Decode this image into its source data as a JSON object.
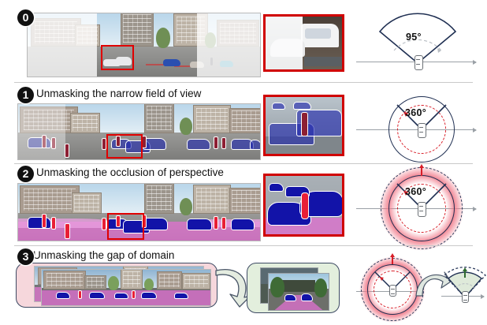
{
  "figure": {
    "title": "Unmasking challenges of panoramic semantic segmentation",
    "rows": [
      {
        "id": "row-0",
        "badge": "0",
        "title": "",
        "panorama_caption": "Wide panoramic street scene, sides faded, narrow center region sharp",
        "roi_label": "narrow-fov-roi",
        "crop_caption": "Zoomed crop: white sedan and white van at the field-of-view boundary",
        "diagram": {
          "type": "wedge",
          "angle_label": "95°",
          "fov_degrees": 95,
          "ring_style": "none",
          "accent": "#1f2f52"
        }
      },
      {
        "id": "row-1",
        "badge": "1",
        "title": "Unmasking the narrow field of view",
        "panorama_caption": "Full panorama with translucent blue vehicle masks and red pedestrian masks",
        "roi_label": "fov-roi",
        "crop_caption": "Zoomed crop: two blue-masked vehicles with a red-masked pedestrian between them",
        "diagram": {
          "type": "circle",
          "angle_label": "360°",
          "fov_degrees": 360,
          "ring_style": "dashed-red-inner",
          "accent": "#1f2f52",
          "dash_color": "#d81e28"
        }
      },
      {
        "id": "row-2",
        "badge": "2",
        "title": "Unmasking the occlusion of perspective",
        "panorama_caption": "Full panorama with opaque blue vehicle masks and pink road/sidewalk masks",
        "roi_label": "occlusion-roi",
        "crop_caption": "Zoomed crop: solid blue occluding vehicles with a bright red pedestrian",
        "diagram": {
          "type": "circle",
          "angle_label": "360°",
          "fov_degrees": 360,
          "ring_style": "pink-glow-dashed-outer",
          "accent": "#1f2f52",
          "dash_color": "#d81e28",
          "glow_color": "#f08a98"
        }
      },
      {
        "id": "row-3",
        "badge": "3",
        "title": "Unmasking the gap of domain",
        "source_box": {
          "label": "panoramic-domain",
          "color": "#f6d7dc",
          "caption": "Stacked panoramic segmentation images (source domain)"
        },
        "target_box": {
          "label": "pinhole-domain",
          "color": "#e3efdd",
          "caption": "Stacked perspective pinhole segmentation images (target domain)"
        },
        "diagram": {
          "type": "circle-to-wedge",
          "left": {
            "angle_label": "",
            "fov_degrees": 360,
            "ring_style": "pink-glow-dashed-outer",
            "glow_color": "#f08a98"
          },
          "right": {
            "angle_label": "",
            "fov_degrees": 95,
            "ring_style": "green-band-dashed",
            "band_color": "#d9e8cf"
          }
        }
      }
    ],
    "legend_colors": {
      "vehicle_mask": "#1213a8",
      "pedestrian_mask": "#e81f36",
      "road_mask": "#e270d2",
      "roi_box": "#e00000",
      "diagram_accent": "#1f2f52",
      "glow_pink": "#f08a98",
      "band_green": "#d9e8cf"
    }
  }
}
